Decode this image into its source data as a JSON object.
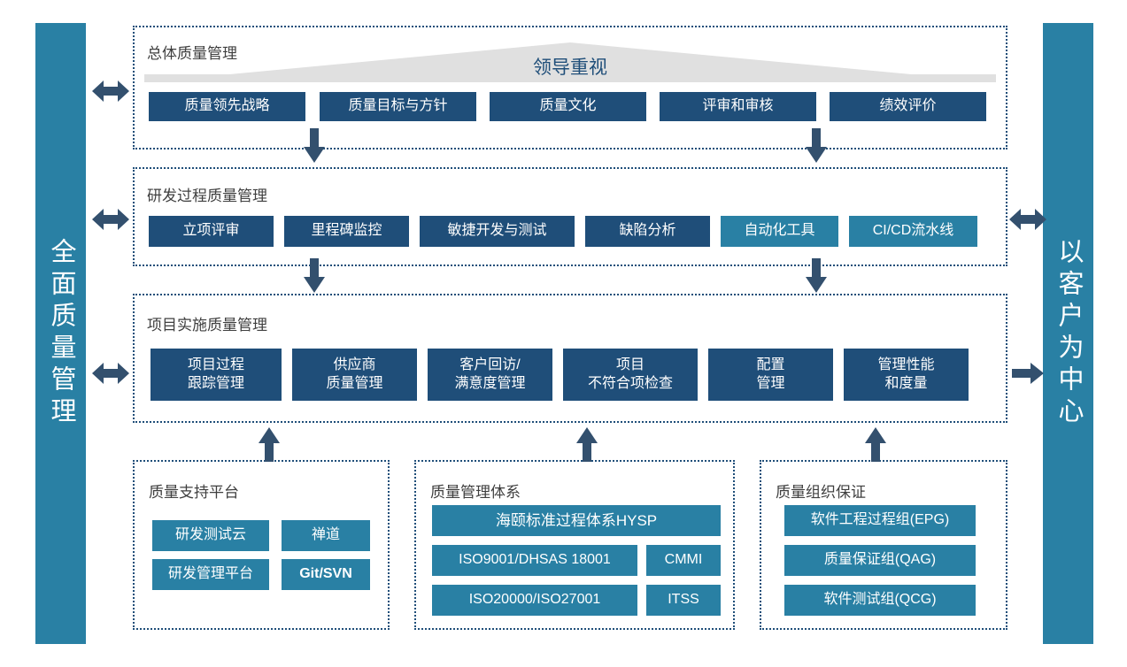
{
  "sidebars": {
    "left": {
      "label": "全面质量管理"
    },
    "right": {
      "label": "以客户为中心"
    }
  },
  "banner": {
    "label": "领导重视"
  },
  "sections": [
    {
      "title": "总体质量管理",
      "items": [
        {
          "label": "质量领先战略",
          "color": "navy"
        },
        {
          "label": "质量目标与方针",
          "color": "navy"
        },
        {
          "label": "质量文化",
          "color": "navy"
        },
        {
          "label": "评审和审核",
          "color": "navy"
        },
        {
          "label": "绩效评价",
          "color": "navy"
        }
      ]
    },
    {
      "title": "研发过程质量管理",
      "items": [
        {
          "label": "立项评审",
          "color": "navy"
        },
        {
          "label": "里程碑监控",
          "color": "navy"
        },
        {
          "label": "敏捷开发与测试",
          "color": "navy"
        },
        {
          "label": "缺陷分析",
          "color": "navy"
        },
        {
          "label": "自动化工具",
          "color": "teal"
        },
        {
          "label": "CI/CD流水线",
          "color": "teal"
        }
      ]
    },
    {
      "title": "项目实施质量管理",
      "items": [
        {
          "label": "项目过程\n跟踪管理",
          "color": "navy"
        },
        {
          "label": "供应商\n质量管理",
          "color": "navy"
        },
        {
          "label": "客户回访/\n满意度管理",
          "color": "navy"
        },
        {
          "label": "项目\n不符合项检查",
          "color": "navy"
        },
        {
          "label": "配置\n管理",
          "color": "navy"
        },
        {
          "label": "管理性能\n和度量",
          "color": "navy"
        }
      ]
    }
  ],
  "bottom_panels": [
    {
      "title": "质量支持平台",
      "items": [
        {
          "label": "研发测试云",
          "color": "teal",
          "bold": false
        },
        {
          "label": "禅道",
          "color": "teal",
          "bold": false
        },
        {
          "label": "研发管理平台",
          "color": "teal",
          "bold": false
        },
        {
          "label": "Git/SVN",
          "color": "teal",
          "bold": true
        }
      ]
    },
    {
      "title": "质量管理体系",
      "items": [
        {
          "label": "海颐标准过程体系HYSP",
          "color": "teal",
          "bold": false
        },
        {
          "label": "ISO9001/DHSAS 18001",
          "color": "teal",
          "bold": false
        },
        {
          "label": "CMMI",
          "color": "teal",
          "bold": false
        },
        {
          "label": "ISO20000/ISO27001",
          "color": "teal",
          "bold": false
        },
        {
          "label": "ITSS",
          "color": "teal",
          "bold": false
        }
      ]
    },
    {
      "title": "质量组织保证",
      "items": [
        {
          "label": "软件工程过程组(EPG)",
          "color": "teal",
          "bold": false
        },
        {
          "label": "质量保证组(QAG)",
          "color": "teal",
          "bold": false
        },
        {
          "label": "软件测试组(QCG)",
          "color": "teal",
          "bold": false
        }
      ]
    }
  ],
  "colors": {
    "navy": "#1f4e79",
    "teal": "#2980a4",
    "arrow": "#33506e",
    "banner_fill": "#e0e0e0",
    "panel_border": "#1f4e79",
    "panel_title": "#3f3f3f"
  }
}
